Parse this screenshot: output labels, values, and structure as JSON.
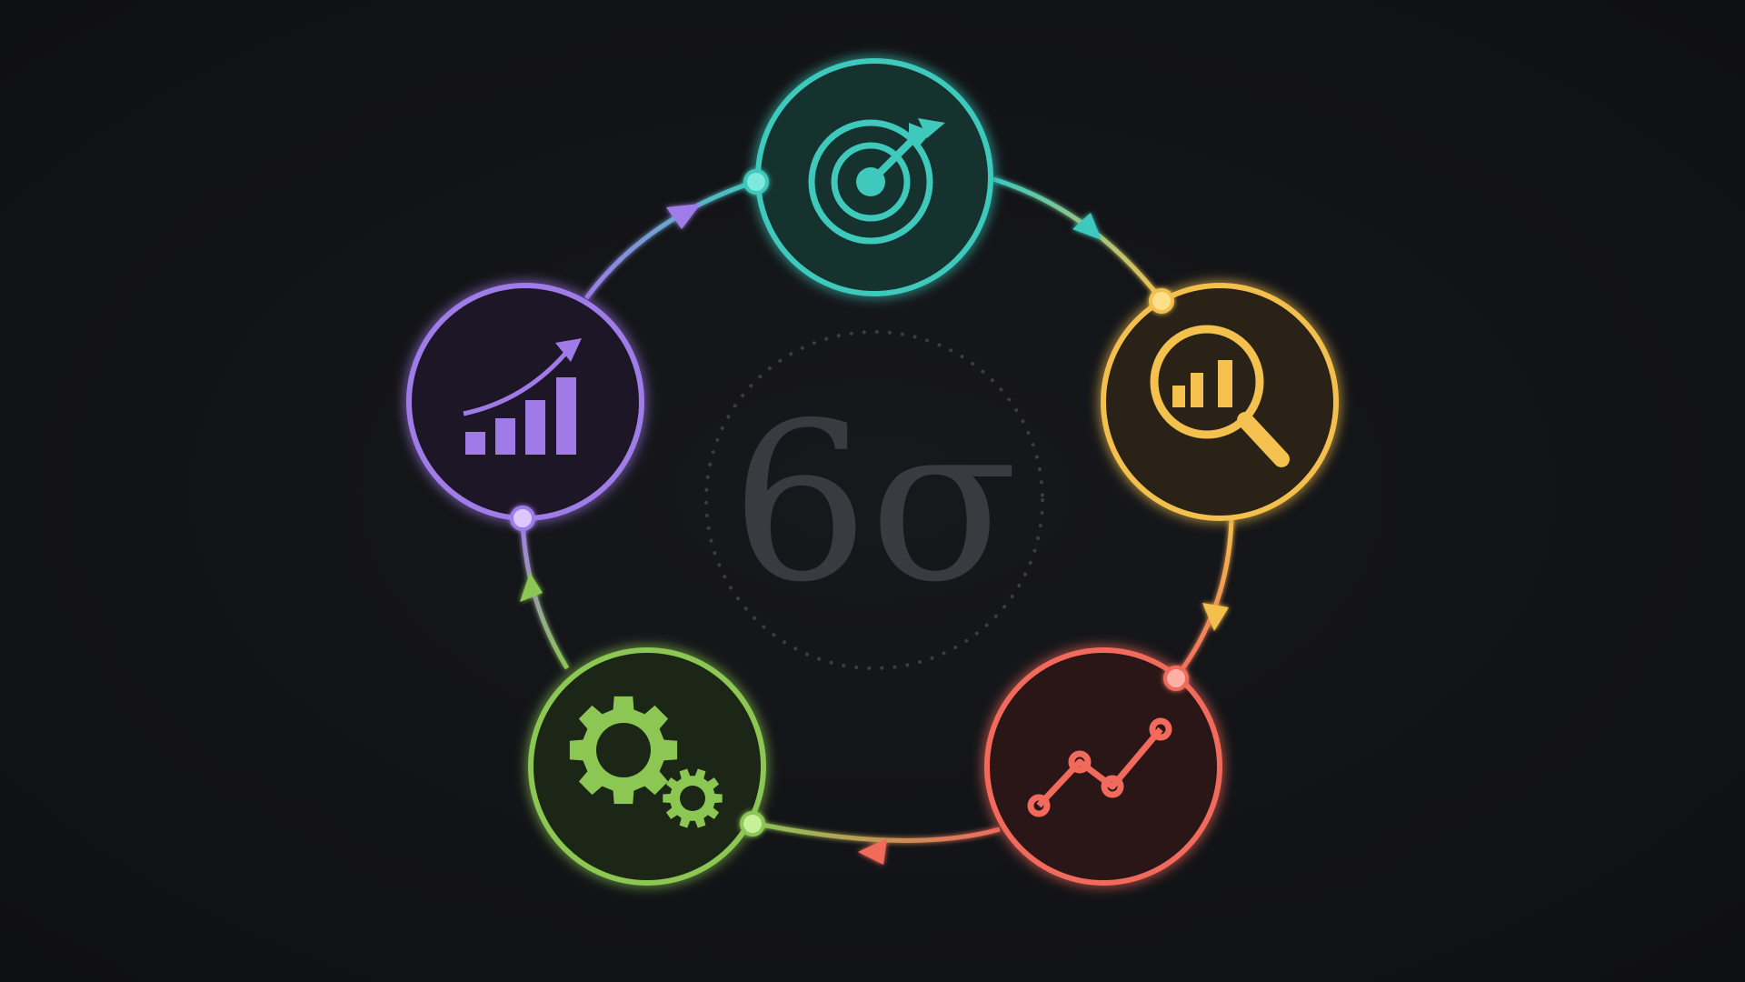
{
  "center": {
    "symbol": "6σ",
    "color": "#3a3b40",
    "ring_color": "#3c3d42"
  },
  "stages": [
    {
      "id": "define",
      "icon": "target-icon",
      "color": "#3ec9bc",
      "fill": "#13302e"
    },
    {
      "id": "measure",
      "icon": "magnifier-bar-chart-icon",
      "color": "#f4c04e",
      "fill": "#2a2415"
    },
    {
      "id": "analyze",
      "icon": "line-chart-icon",
      "color": "#f26a5c",
      "fill": "#2a1918"
    },
    {
      "id": "improve",
      "icon": "gears-icon",
      "color": "#8cc653",
      "fill": "#1b2616"
    },
    {
      "id": "control",
      "icon": "growth-chart-icon",
      "color": "#a07be8",
      "fill": "#1c1827"
    }
  ]
}
